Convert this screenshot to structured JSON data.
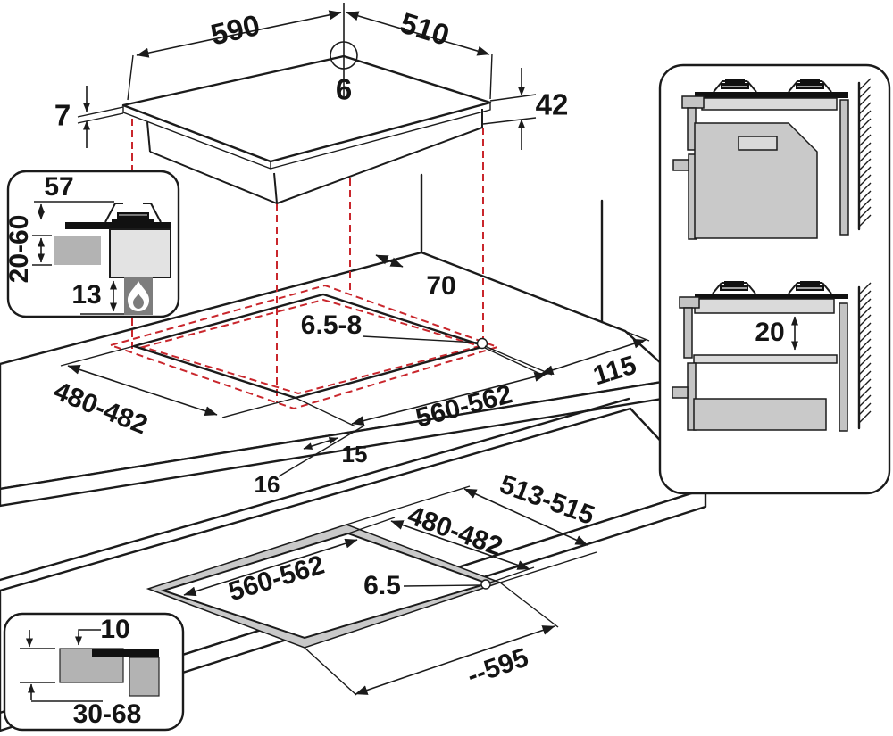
{
  "title": "Built-in gas hob installation dimensions diagram",
  "colors": {
    "line": "#1b1b1b",
    "dashed_projection": "#c9262c",
    "worktop_gray": "#b3b3b3",
    "cabinet_gray": "#c9c9c9"
  },
  "hob3d": {
    "width": "590",
    "depth": "510",
    "center_hole": "6",
    "glass_thickness": "7",
    "body_height": "42"
  },
  "worktop": {
    "rear_clearance": "70",
    "hole_diameter": "6.5-8",
    "cutout_depth": "480-482",
    "cutout_width": "560-562",
    "side_clearance": "115",
    "front_gap": "15",
    "front_edge": "16"
  },
  "section": {
    "burner_height": "57",
    "worktop_thickness": "20-60",
    "bottom_clearance": "13"
  },
  "flush": {
    "outer_depth": "513-515",
    "inner_depth": "480-482",
    "inner_width": "560-562",
    "hole_diameter": "6.5",
    "outer_width": "--595"
  },
  "flush_detail": {
    "ledge": "10",
    "worktop_thickness": "30-68"
  },
  "sides": {
    "shelf_clearance": "20"
  }
}
